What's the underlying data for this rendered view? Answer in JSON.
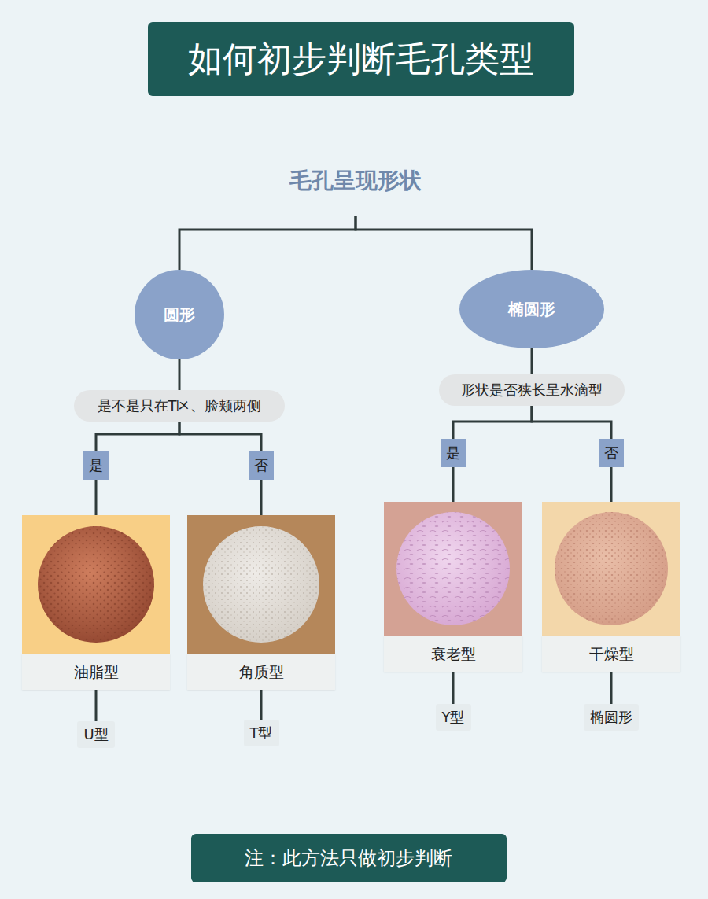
{
  "diagram": {
    "title": "如何初步判断毛孔类型",
    "caption": "注：此方法只做初步判断",
    "nodes": [
      {
        "text": [
          "毛孔呈现形状"
        ]
      },
      {
        "text": [
          "圆形"
        ]
      },
      {
        "text": [
          "椭圆形"
        ]
      },
      {
        "text": [
          "是不是只在T区、脸颊两侧"
        ]
      },
      {
        "text": [
          "形状是否狭长呈水滴型"
        ]
      },
      {
        "text": [
          "是"
        ]
      },
      {
        "text": [
          "否"
        ]
      },
      {
        "text": [
          "是"
        ]
      },
      {
        "text": [
          "否"
        ]
      },
      {
        "text": [
          "油脂型"
        ]
      },
      {
        "text": [
          "角质型"
        ]
      },
      {
        "text": [
          "衰老型"
        ]
      },
      {
        "text": [
          "干燥型"
        ]
      },
      {
        "text": [
          "U型"
        ]
      },
      {
        "text": [
          "T型"
        ]
      },
      {
        "text": [
          "Y型"
        ]
      },
      {
        "text": [
          "椭圆形"
        ]
      }
    ],
    "edges": [
      {
        "from": 0,
        "to": 1,
        "arrow": "none"
      },
      {
        "from": 0,
        "to": 2,
        "arrow": "none"
      },
      {
        "from": 1,
        "to": 3,
        "arrow": "none"
      },
      {
        "from": 2,
        "to": 4,
        "arrow": "none"
      },
      {
        "from": 3,
        "to": 5,
        "arrow": "none"
      },
      {
        "from": 3,
        "to": 6,
        "arrow": "none"
      },
      {
        "from": 4,
        "to": 7,
        "arrow": "none"
      },
      {
        "from": 4,
        "to": 8,
        "arrow": "none"
      },
      {
        "from": 5,
        "to": 9,
        "arrow": "none"
      },
      {
        "from": 6,
        "to": 10,
        "arrow": "none"
      },
      {
        "from": 7,
        "to": 11,
        "arrow": "none"
      },
      {
        "from": 8,
        "to": 12,
        "arrow": "none"
      },
      {
        "from": 9,
        "to": 13,
        "arrow": "none"
      },
      {
        "from": 10,
        "to": 14,
        "arrow": "none"
      },
      {
        "from": 11,
        "to": 15,
        "arrow": "none"
      },
      {
        "from": 12,
        "to": 16,
        "arrow": "none"
      }
    ]
  }
}
